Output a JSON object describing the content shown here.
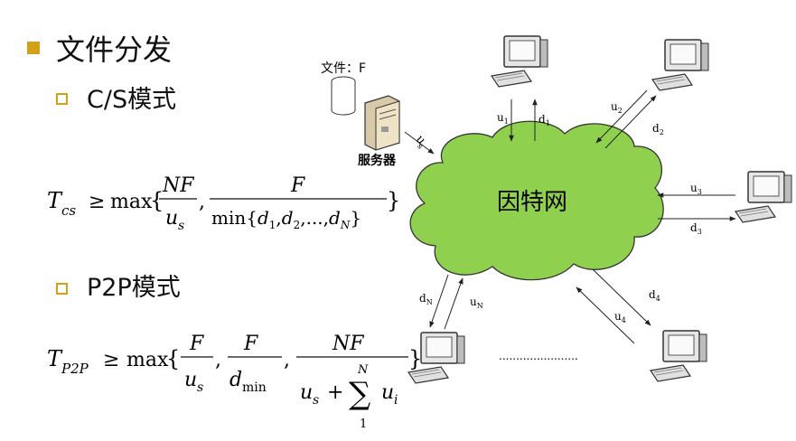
{
  "heading": {
    "title": "文件分发"
  },
  "cs": {
    "label": "C/S模式"
  },
  "p2p": {
    "label": "P2P模式"
  },
  "diagram": {
    "file_label": "文件：F",
    "server_label": "服务器",
    "us_label": "u",
    "us_sub": "s",
    "internet_label": "因特网",
    "links": {
      "u1": "u",
      "u1s": "1",
      "d1": "d",
      "d1s": "1",
      "u2": "u",
      "u2s": "2",
      "d2": "d",
      "d2s": "2",
      "u3": "u",
      "u3s": "3",
      "d3": "d",
      "d3s": "3",
      "u4": "u",
      "u4s": "4",
      "d4": "d",
      "d4s": "4",
      "uN": "u",
      "uNs": "N",
      "dN": "d",
      "dNs": "N"
    },
    "ellipsis": "......................."
  },
  "formula_cs": {
    "T": "T",
    "T_sub": "cs",
    "geq": "≥",
    "max": "max",
    "lbrace": "{",
    "n1": "NF",
    "d1": "u",
    "d1_sub": "s",
    "comma": ",",
    "n2": "F",
    "d2": "min{d",
    "rbrace": "}"
  },
  "formula_p2p": {
    "T": "T",
    "T_sub": "P2P",
    "geq": "≥",
    "max": "max",
    "lbrace": "{",
    "n1": "F",
    "d1": "u",
    "d1_sub": "s",
    "n2": "F",
    "d2": "d",
    "d2_sub": "min",
    "n3": "NF",
    "d3a": "u",
    "d3a_sub": "s",
    "plus": "+",
    "sigma": "∑",
    "sum_top": "N",
    "sum_bot": "1",
    "d3b": "u",
    "d3b_sub": "i",
    "rbrace": "}"
  }
}
